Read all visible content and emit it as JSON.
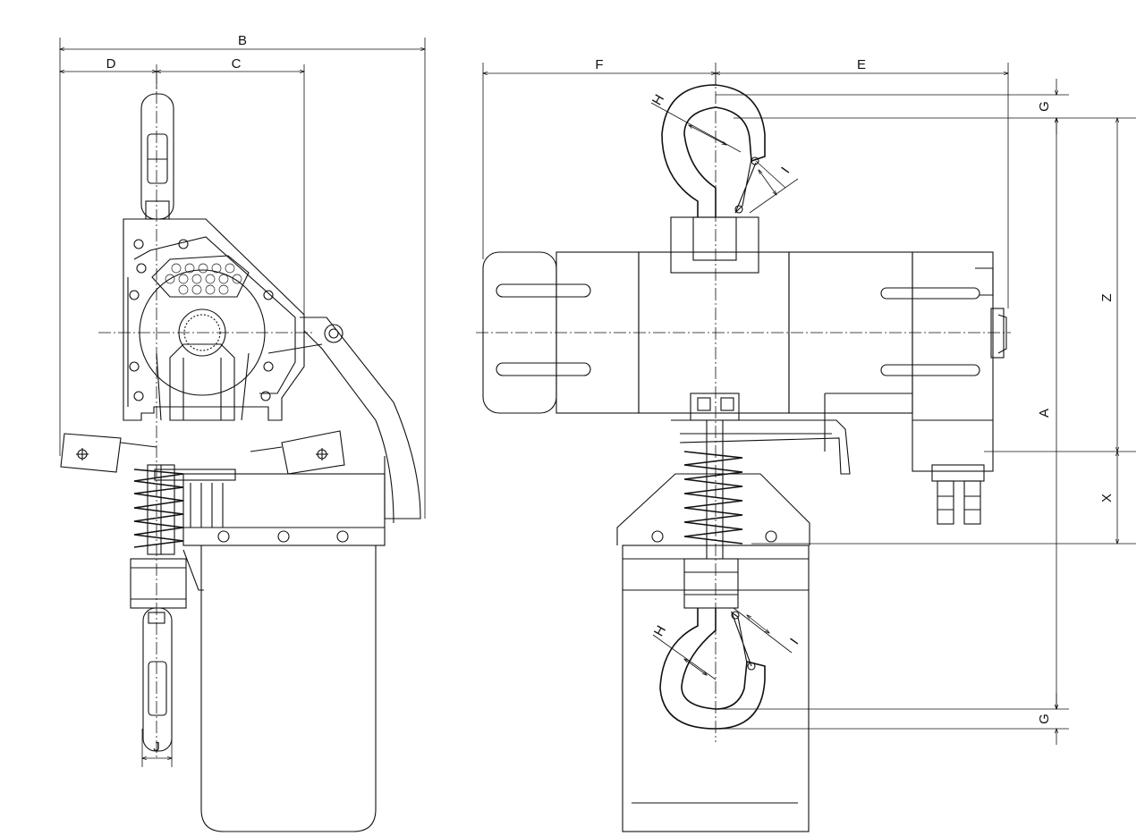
{
  "dimensions": {
    "A": "A",
    "B": "B",
    "C": "C",
    "D": "D",
    "E": "E",
    "F": "F",
    "G": "G",
    "H": "H",
    "I": "I",
    "J": "J",
    "X": "X",
    "Z": "Z"
  }
}
